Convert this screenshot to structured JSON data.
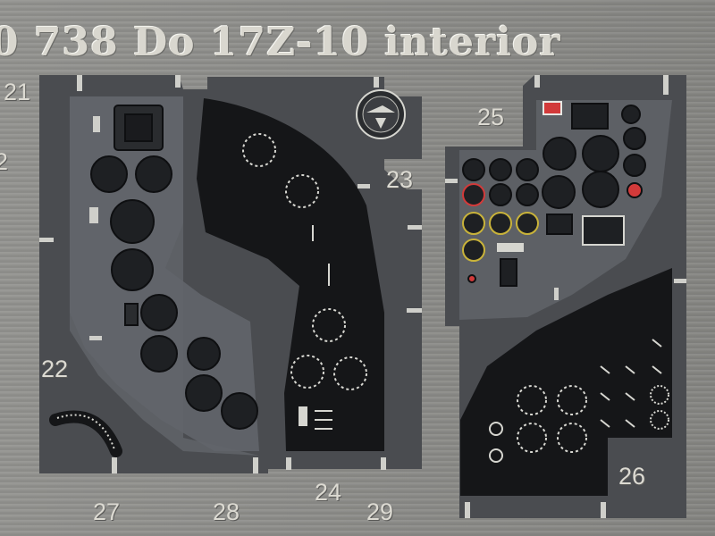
{
  "sheet": {
    "title": "0 738  Do 17Z-10 interior",
    "part_numbers": [
      "21",
      "2",
      "22",
      "23",
      "24",
      "25",
      "26",
      "27",
      "28",
      "29"
    ]
  },
  "colors": {
    "metal": "#8f8f8c",
    "panel_grey": "#5a5d62",
    "panel_dark": "#151618",
    "text": "#dcdad2",
    "accent_red": "#d23a3a",
    "accent_yellow": "#c9b33a"
  }
}
